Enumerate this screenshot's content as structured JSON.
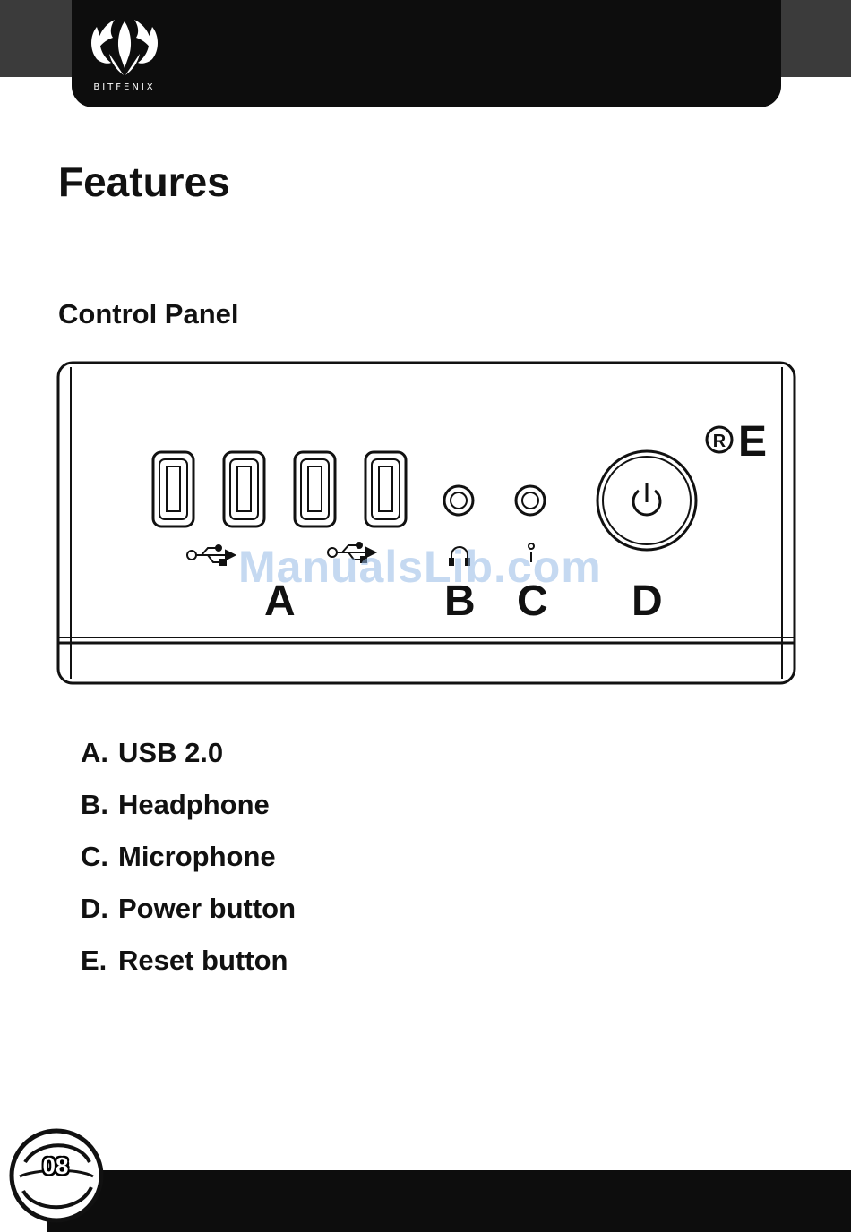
{
  "header": {
    "brand": "BITFENIX"
  },
  "page_title": "Features",
  "section_title": "Control Panel",
  "panel_labels": {
    "a": "A",
    "b": "B",
    "c": "C",
    "d": "D",
    "e": "E"
  },
  "legend": [
    {
      "key": "A.",
      "text": "USB 2.0"
    },
    {
      "key": "B.",
      "text": "Headphone"
    },
    {
      "key": "C.",
      "text": "Microphone"
    },
    {
      "key": "D.",
      "text": "Power button"
    },
    {
      "key": "E.",
      "text": "Reset button"
    }
  ],
  "watermark": "ManualsLib.com",
  "page_number": "08",
  "icons": [
    "bitfenix-logo-icon",
    "usb-icon",
    "headphone-icon",
    "microphone-icon",
    "power-icon",
    "registered-icon"
  ]
}
